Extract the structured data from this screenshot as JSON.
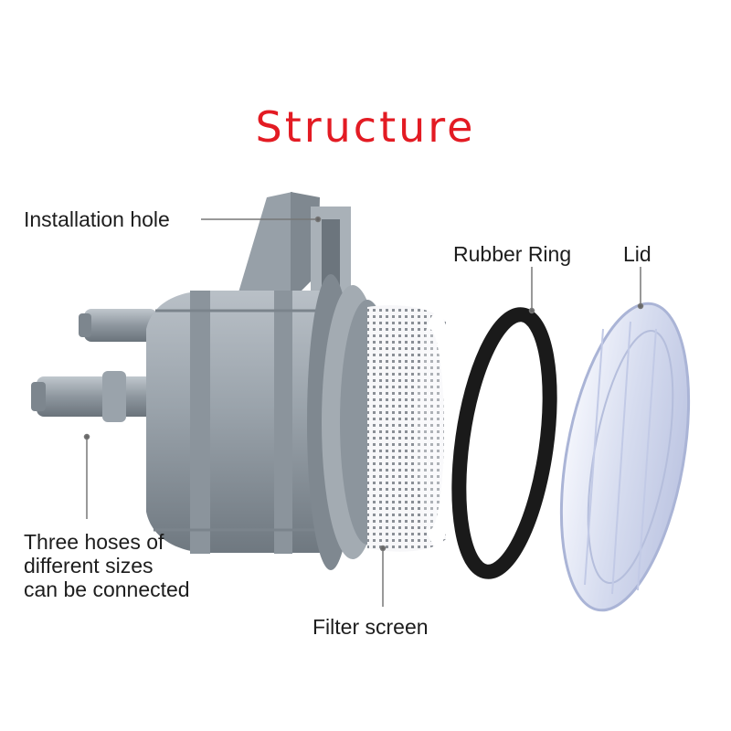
{
  "title": "Structure",
  "colors": {
    "title": "#e31b23",
    "body": "#9aa3ab",
    "body_shade": "#7c858d",
    "body_light": "#b6bdc4",
    "screen": "#f4f4f6",
    "rubber_ring": "#1a1a1a",
    "lid": "#dde3f4",
    "leader_line": "#777777"
  },
  "labels": {
    "installation_hole": "Installation hole",
    "rubber_ring": "Rubber Ring",
    "lid": "Lid",
    "hoses": [
      "Three hoses of",
      "different sizes",
      "can be connected"
    ],
    "filter_screen": "Filter screen"
  }
}
